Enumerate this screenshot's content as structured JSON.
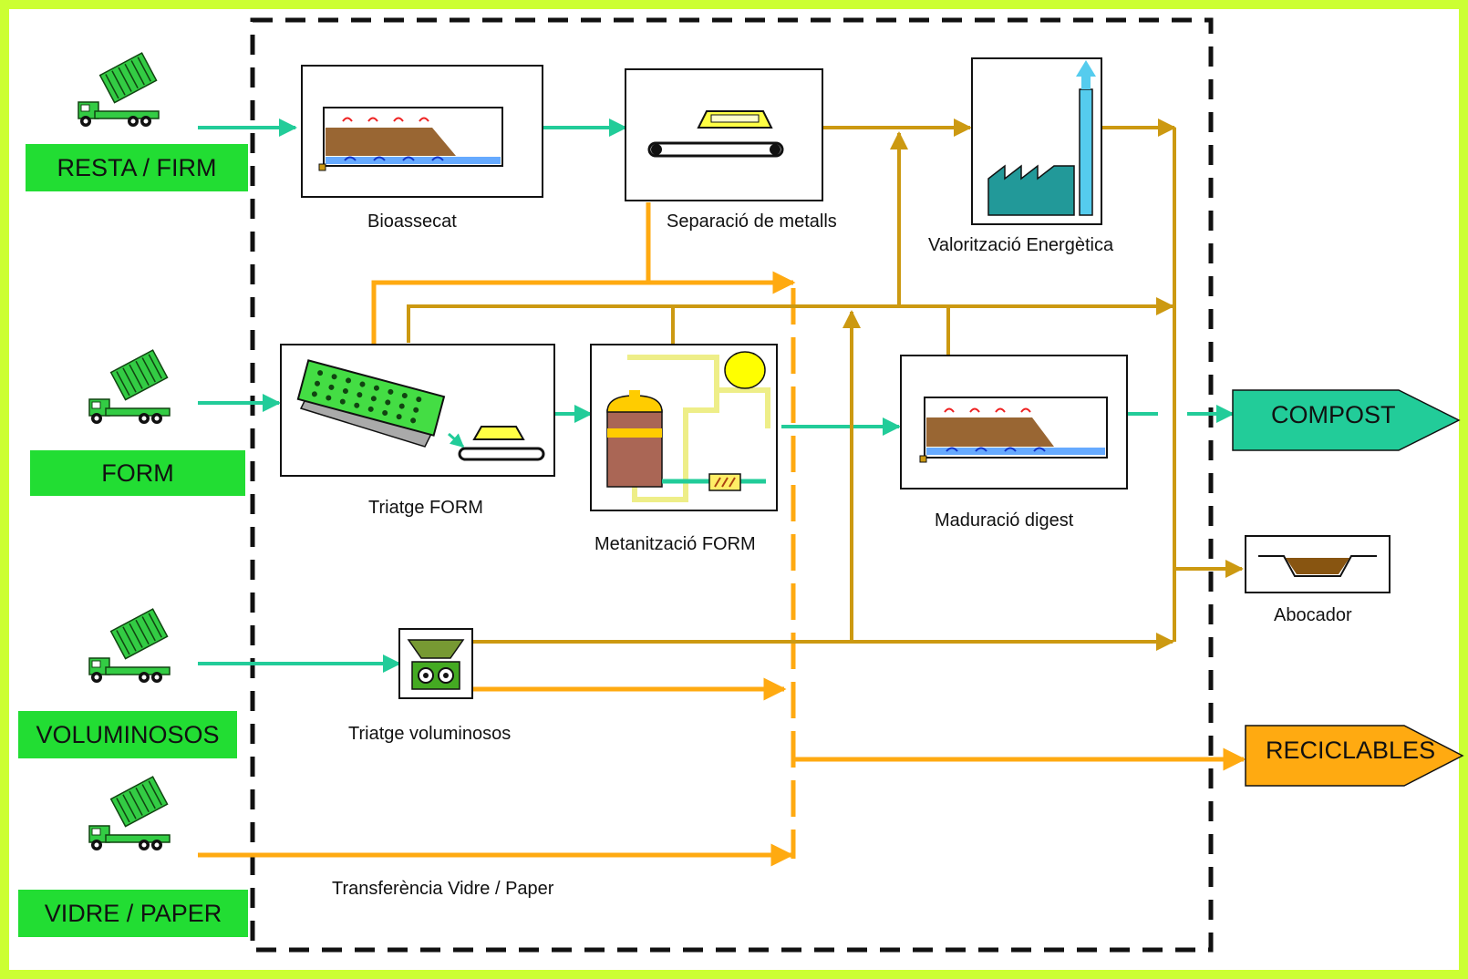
{
  "inputs": {
    "resta_firm": "RESTA / FIRM",
    "form": "FORM",
    "voluminosos": "VOLUMINOSOS",
    "vidre_paper": "VIDRE / PAPER"
  },
  "processes": {
    "bioassecat": "Bioassecat",
    "separacio_metalls": "Separació de metalls",
    "valoritzacio": "Valorització Energètica",
    "triatge_form": "Triatge FORM",
    "metanitzacio": "Metanització FORM",
    "maduracio": "Maduració digest",
    "triatge_voluminosos": "Triatge voluminosos",
    "transferencia": "Transferència Vidre / Paper"
  },
  "outputs": {
    "compost": "COMPOST",
    "abocador": "Abocador",
    "reciclables": "RECICLABLES"
  },
  "colors": {
    "frame": "#ccff33",
    "input_label": "#22dd33",
    "compost": "#22cc99",
    "reciclables": "#ffaa11",
    "teal_flow": "#22cc99",
    "orange_flow": "#ffaa11",
    "brown_flow": "#cc9911"
  }
}
